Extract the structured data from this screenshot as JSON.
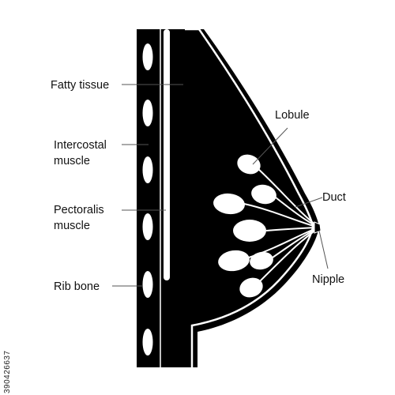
{
  "labels": {
    "fatty_tissue": "Fatty tissue",
    "intercostal_line1": "Intercostal",
    "intercostal_line2": "muscle",
    "pectoralis_line1": "Pectoralis",
    "pectoralis_line2": "muscle",
    "rib_bone": "Rib bone",
    "lobule": "Lobule",
    "duct": "Duct",
    "nipple": "Nipple"
  },
  "watermark": "390426637",
  "colors": {
    "fill": "#000000",
    "line": "#ffffff",
    "leader": "#555555"
  }
}
